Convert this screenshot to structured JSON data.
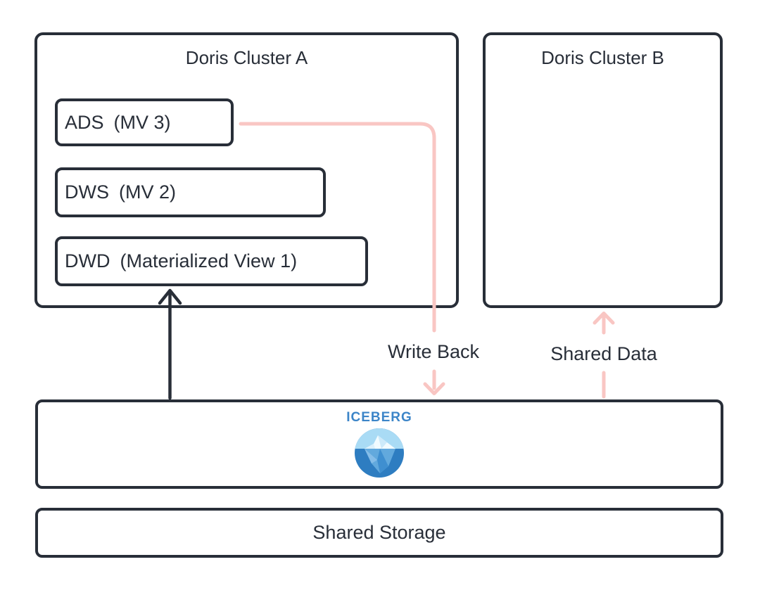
{
  "colors": {
    "outline": "#282e38",
    "ink": "#282e38",
    "pink": "#f9c6c3",
    "iceberg_blue": "#3c85c8",
    "iceberg_water": "#2e7dc1",
    "iceberg_sky": "#a9dbf5"
  },
  "clusters": {
    "a": {
      "title": "Doris Cluster A",
      "nodes": [
        {
          "name": "ADS",
          "qualifier": "(MV 3)"
        },
        {
          "name": "DWS",
          "qualifier": "(MV 2)"
        },
        {
          "name": "DWD",
          "qualifier": "(Materialized View 1)"
        }
      ]
    },
    "b": {
      "title": "Doris Cluster B"
    }
  },
  "arrows": {
    "write_back": {
      "label": "Write Back"
    },
    "shared_data": {
      "label": "Shared Data"
    }
  },
  "iceberg": {
    "label": "ICEBERG"
  },
  "storage": {
    "label": "Shared Storage"
  }
}
